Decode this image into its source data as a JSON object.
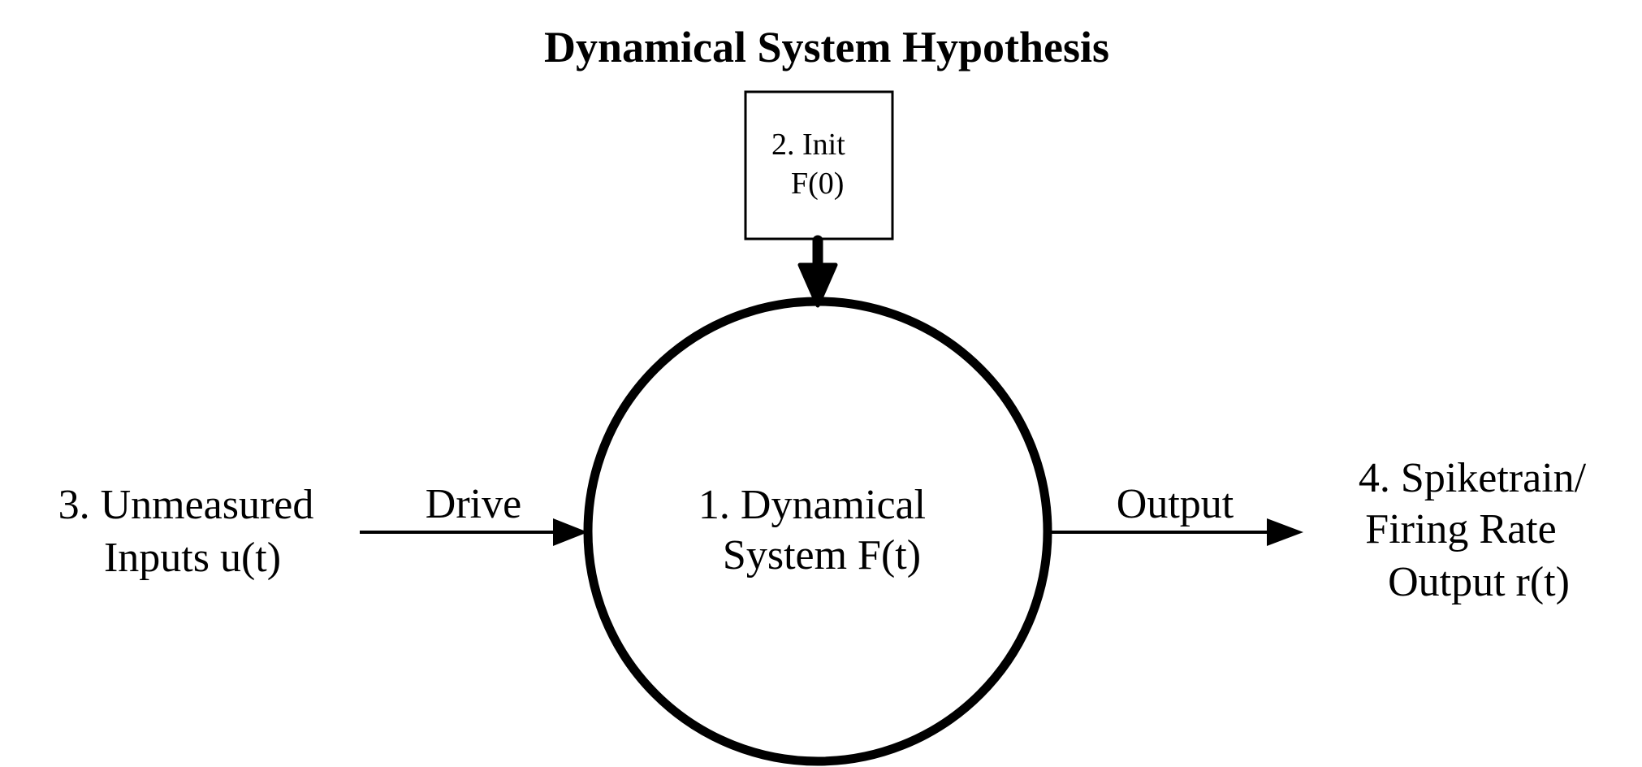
{
  "diagram": {
    "title": "Dynamical System Hypothesis",
    "init_box": {
      "line1": "2. Init",
      "line2": "F(0)"
    },
    "system": {
      "line1": "1. Dynamical",
      "line2": "System F(t)"
    },
    "inputs": {
      "line1": "3. Unmeasured",
      "line2": "Inputs u(t)"
    },
    "drive_label": "Drive",
    "output_label": "Output",
    "output_node": {
      "line1": "4. Spiketrain/",
      "line2": "Firing Rate",
      "line3": "Output r(t)"
    },
    "colors": {
      "stroke": "#000000",
      "background": "#ffffff"
    }
  }
}
